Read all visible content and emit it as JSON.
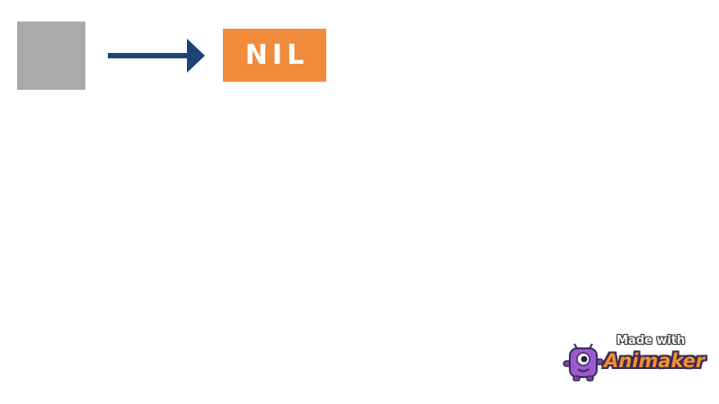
{
  "diagram": {
    "source_box": {
      "color": "#aaaaaa"
    },
    "arrow": {
      "color": "#1b4475",
      "direction": "right"
    },
    "result_box": {
      "label": "NIL",
      "color": "#f28a3b",
      "text_color": "#ffffff"
    }
  },
  "watermark": {
    "caption": "Made with",
    "brand": "Animaker",
    "mascot_icon": "animaker-mascot-icon",
    "brand_color": "#f2902e",
    "mascot_color": "#9b59d0"
  }
}
